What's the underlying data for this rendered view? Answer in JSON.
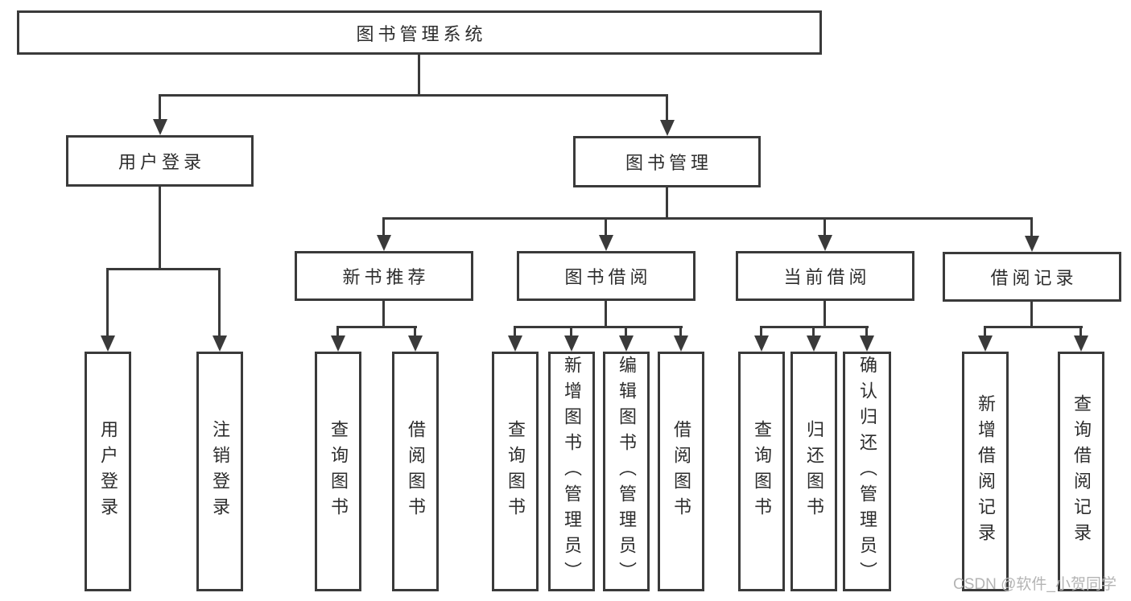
{
  "tree": {
    "root": {
      "label": "图书管理系统",
      "children": [
        {
          "label": "用户登录",
          "children": [
            {
              "label": "用户登录"
            },
            {
              "label": "注销登录"
            }
          ]
        },
        {
          "label": "图书管理",
          "children": [
            {
              "label": "新书推荐",
              "children": [
                {
                  "label": "查询图书"
                },
                {
                  "label": "借阅图书"
                }
              ]
            },
            {
              "label": "图书借阅",
              "children": [
                {
                  "label": "查询图书"
                },
                {
                  "label": "新增图书（管理员）"
                },
                {
                  "label": "编辑图书（管理员）"
                },
                {
                  "label": "借阅图书"
                }
              ]
            },
            {
              "label": "当前借阅",
              "children": [
                {
                  "label": "查询图书"
                },
                {
                  "label": "归还图书"
                },
                {
                  "label": "确认归还（管理员）"
                }
              ]
            },
            {
              "label": "借阅记录",
              "children": [
                {
                  "label": "新增借阅记录"
                },
                {
                  "label": "查询借阅记录"
                }
              ]
            }
          ]
        }
      ]
    }
  },
  "watermark": "CSDN @软件_小贺同学",
  "colors": {
    "line": "#3a3a3a",
    "text": "#2d2d2d",
    "background": "#ffffff",
    "watermark": "#b4b4b4"
  }
}
